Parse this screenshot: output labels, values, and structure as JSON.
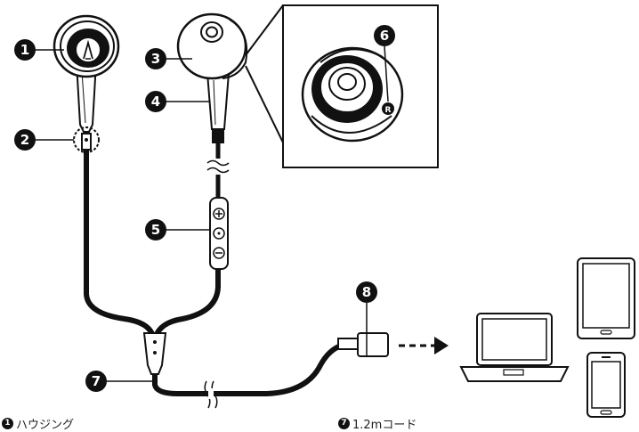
{
  "callouts": [
    "1",
    "2",
    "3",
    "4",
    "5",
    "6",
    "7",
    "8"
  ],
  "right_marker": "R",
  "legend": [
    {
      "num": "1",
      "label": "ハウジング"
    },
    {
      "num": "7",
      "label": "1.2mコード"
    }
  ]
}
